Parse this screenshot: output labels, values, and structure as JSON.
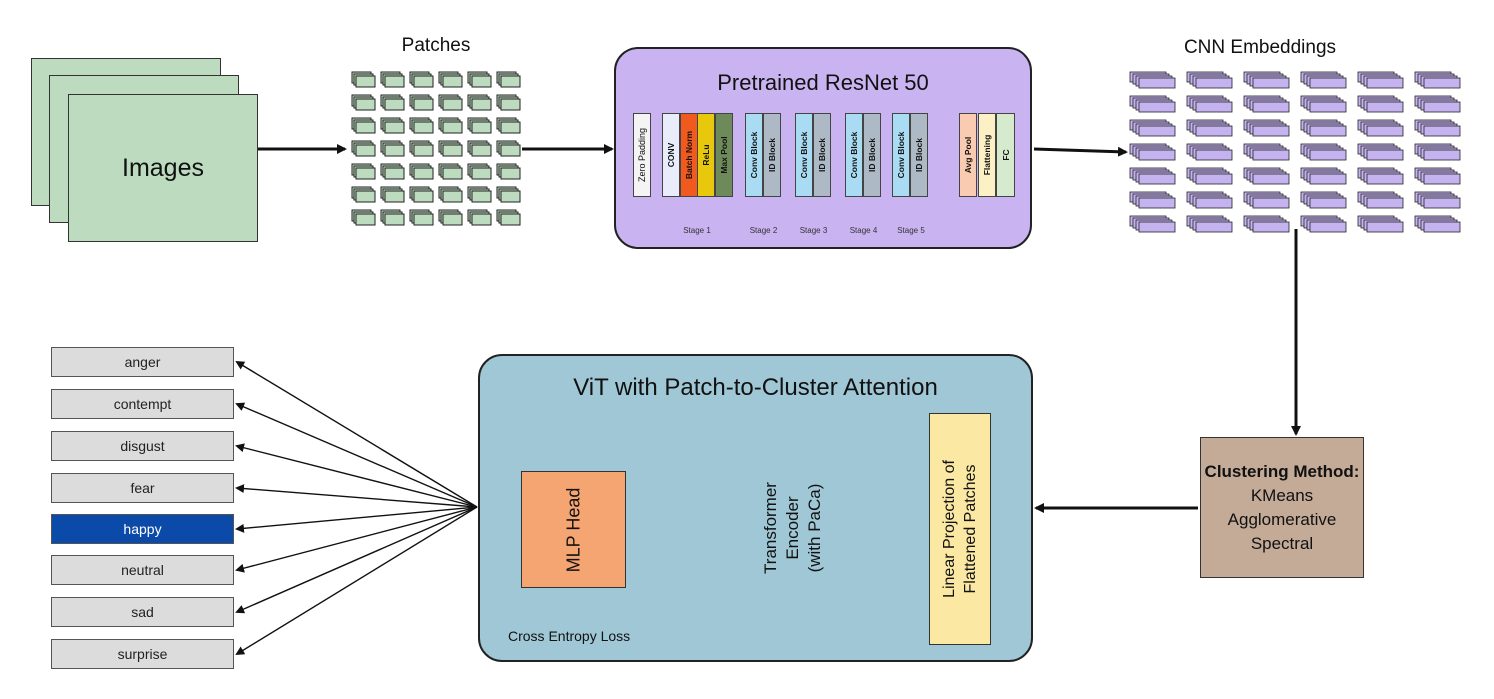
{
  "images": {
    "label": "Images"
  },
  "patches": {
    "title": "Patches"
  },
  "resnet": {
    "title": "Pretrained ResNet 50",
    "layers": [
      {
        "id": "zero-padding",
        "label": "Zero  Padding",
        "color": "#f4f4f4"
      },
      {
        "id": "conv",
        "label": "CONV",
        "color": "#e8ecfb"
      },
      {
        "id": "batch-norm",
        "label": "Batch Norm",
        "color": "#f15a1e"
      },
      {
        "id": "relu",
        "label": "ReLu",
        "color": "#e8c80d"
      },
      {
        "id": "max-pool",
        "label": "Max Pool",
        "color": "#6f8a5a"
      },
      {
        "id": "conv-block-2",
        "label": "Conv Block",
        "color": "#a9dcf3"
      },
      {
        "id": "id-block-2",
        "label": "ID Block",
        "color": "#aeb9c6"
      },
      {
        "id": "conv-block-3",
        "label": "Conv Block",
        "color": "#a9dcf3"
      },
      {
        "id": "id-block-3",
        "label": "ID Block",
        "color": "#aeb9c6"
      },
      {
        "id": "conv-block-4",
        "label": "Conv Block",
        "color": "#a9dcf3"
      },
      {
        "id": "id-block-4",
        "label": "ID Block",
        "color": "#aeb9c6"
      },
      {
        "id": "conv-block-5",
        "label": "Conv Block",
        "color": "#a9dcf3"
      },
      {
        "id": "id-block-5",
        "label": "ID Block",
        "color": "#aeb9c6"
      },
      {
        "id": "avg-pool",
        "label": "Avg Pool",
        "color": "#f9ccb1"
      },
      {
        "id": "flattening",
        "label": "Flattening",
        "color": "#fbf1c4"
      },
      {
        "id": "fc",
        "label": "FC",
        "color": "#d6ebcd"
      }
    ],
    "stages": [
      "Stage 1",
      "Stage 2",
      "Stage 3",
      "Stage 4",
      "Stage 5"
    ]
  },
  "embeddings": {
    "title": "CNN Embeddings"
  },
  "clustering": {
    "title": "Clustering Method:",
    "methods": [
      "KMeans",
      "Agglomerative",
      "Spectral"
    ]
  },
  "vit": {
    "title": "ViT with Patch-to-Cluster Attention",
    "mlp_head": "MLP Head",
    "encoder_lines": [
      "Transformer",
      "Encoder",
      "(with PaCa)"
    ],
    "projection_lines": [
      "Linear Projection of",
      "Flattened Patches"
    ],
    "loss": "Cross Entropy Loss"
  },
  "emotions": [
    "anger",
    "contempt",
    "disgust",
    "fear",
    "happy",
    "neutral",
    "sad",
    "surprise"
  ],
  "selected_emotion": "happy",
  "colors": {
    "image_green": "#bcdbbf",
    "patch_green": "#bcdbbf",
    "embedding_purple": "#c5b3f0",
    "resnet_bg": "#c9b3f1",
    "vit_bg": "#9fc7d6",
    "mlp": "#f4a571",
    "encoder": "#eea6d1",
    "projection": "#fbe9a3",
    "cluster": "#c3ab98",
    "selected": "#0b4aa8"
  }
}
